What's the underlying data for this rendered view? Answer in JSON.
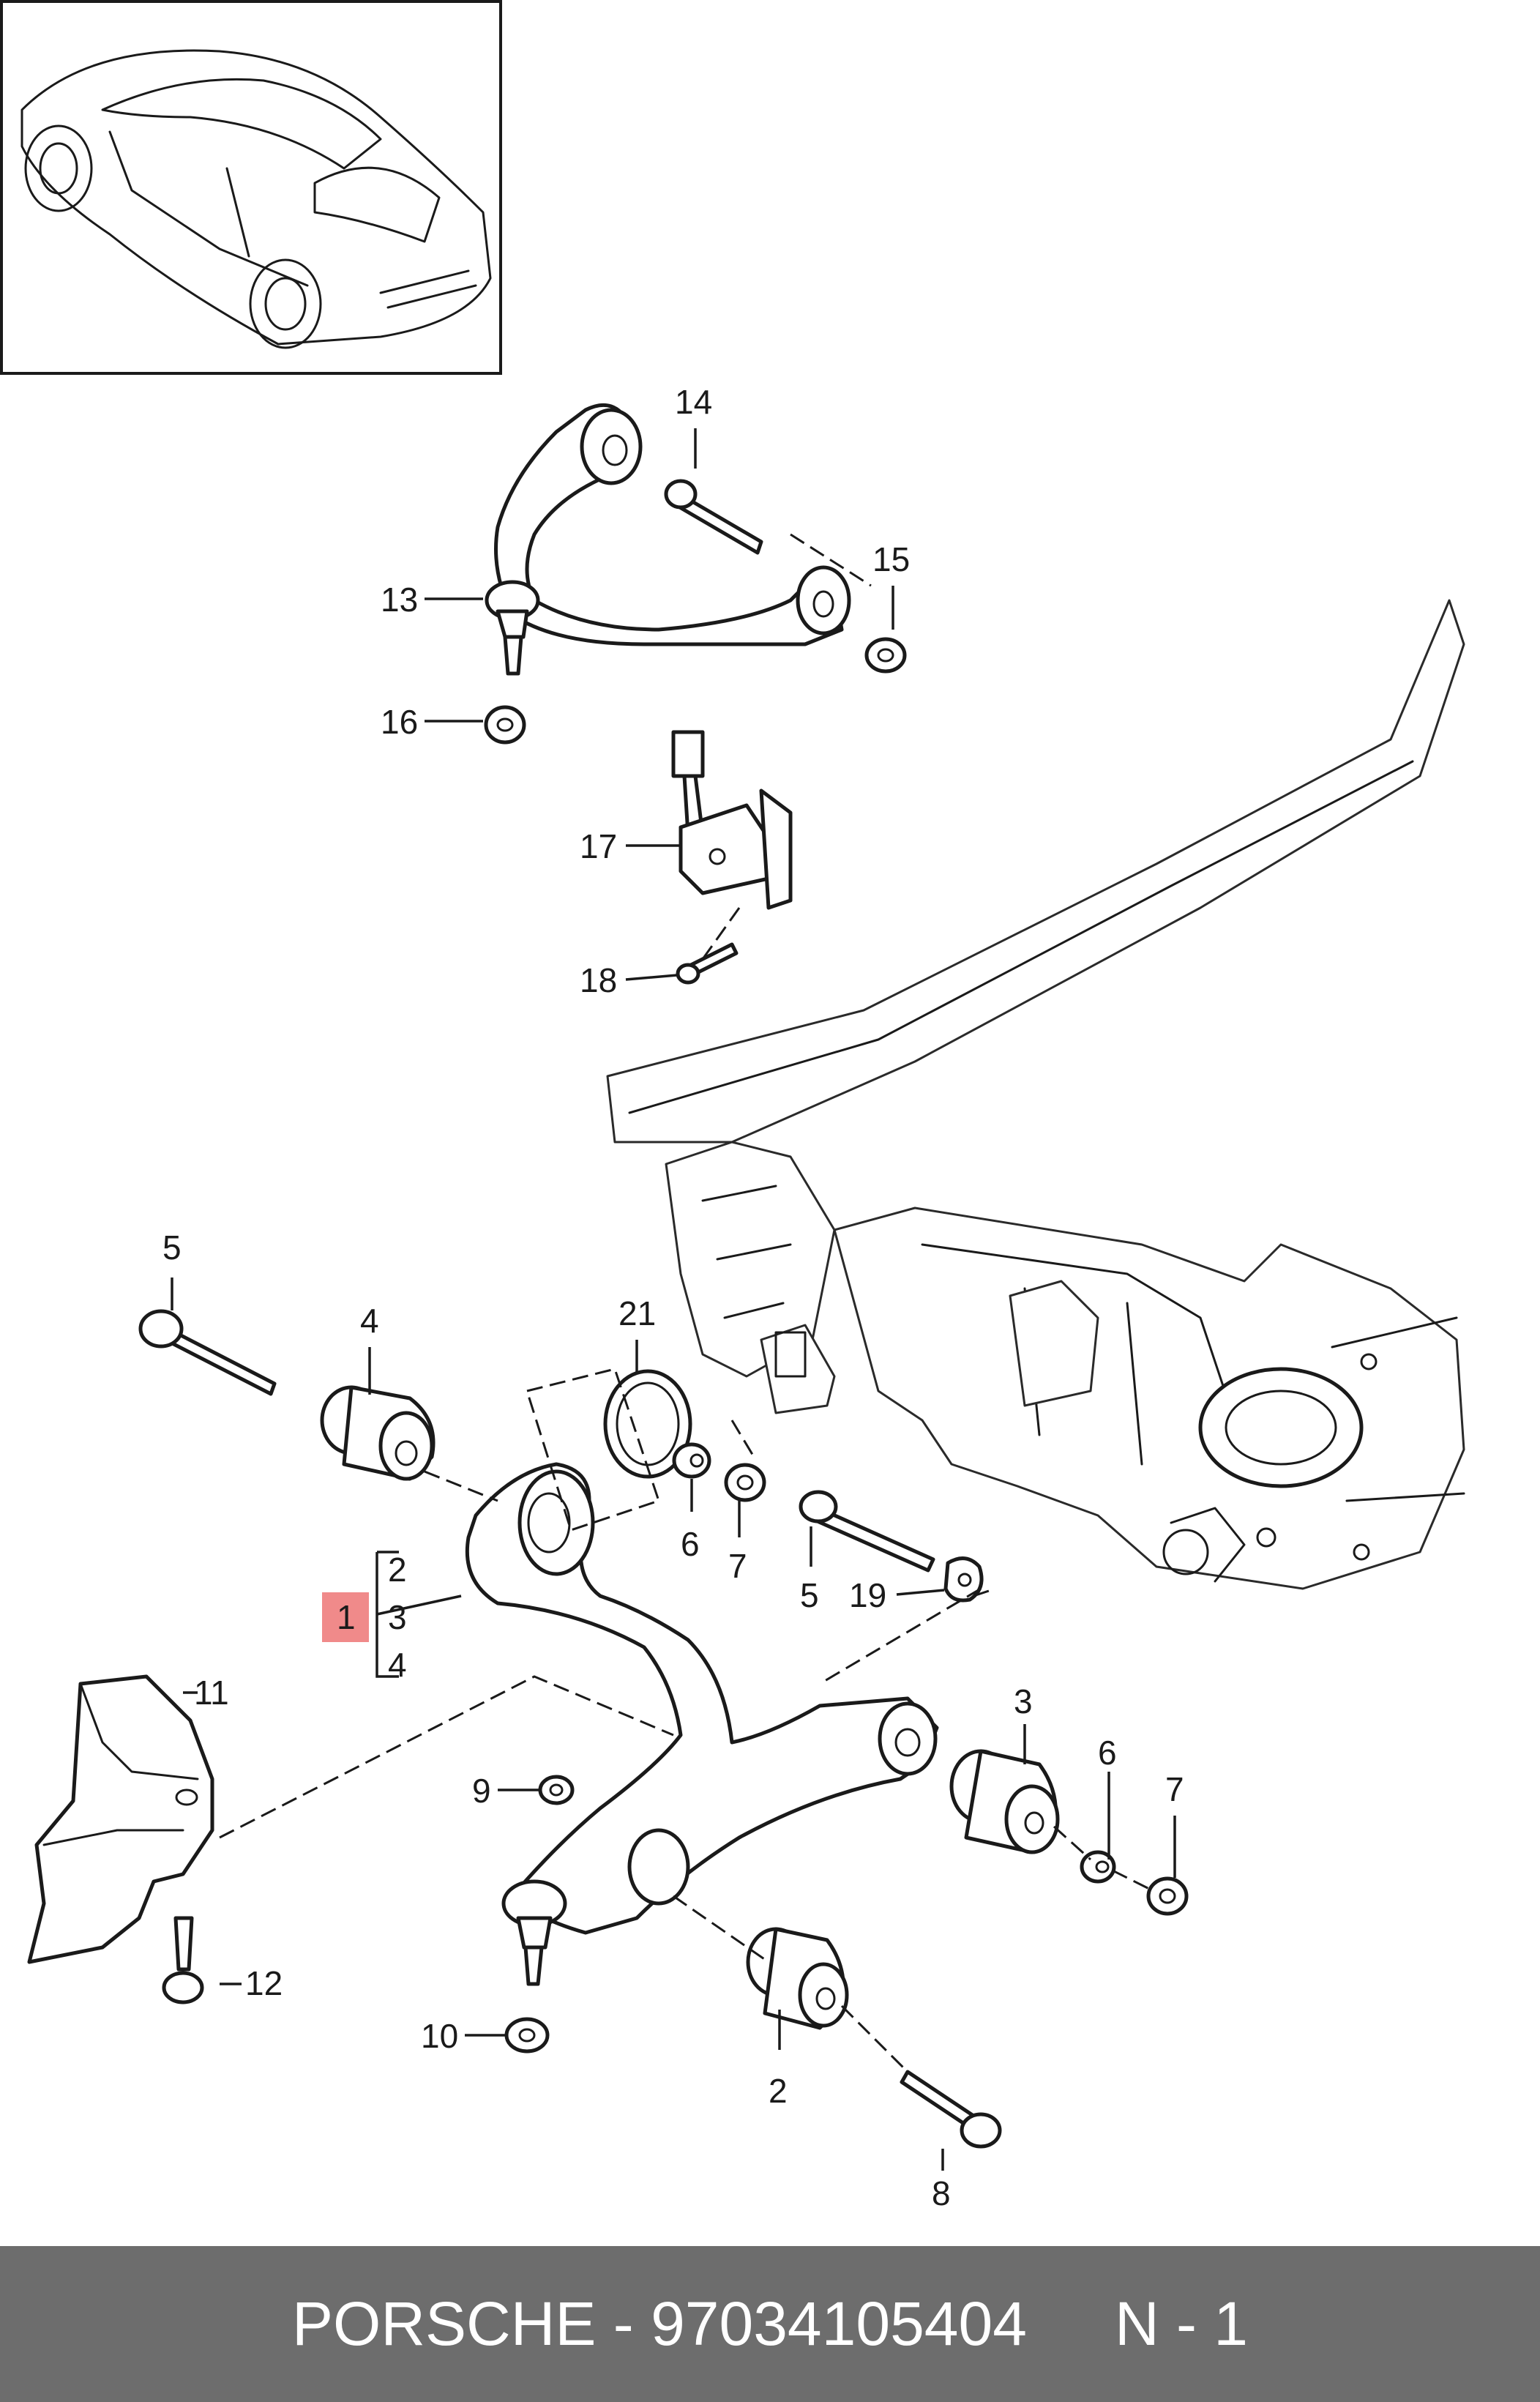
{
  "callouts": {
    "c1": "1",
    "c2": "2",
    "c2b": "2",
    "c3": "3",
    "c3b": "3",
    "c4": "4",
    "c4b": "4",
    "c5a": "5",
    "c5b": "5",
    "c6a": "6",
    "c6b": "6",
    "c7a": "7",
    "c7b": "7",
    "c8": "8",
    "c9": "9",
    "c10": "10",
    "c11": "11",
    "c12": "12",
    "c13": "13",
    "c14": "14",
    "c15": "15",
    "c16": "16",
    "c17": "17",
    "c18": "18",
    "c19": "19",
    "c21": "21"
  },
  "footer": {
    "brand": "PORSCHE",
    "dash": " - ",
    "part_number": "97034105404",
    "sheet": "N - 1"
  },
  "colors": {
    "highlight": "#f08a8a",
    "footer_bg": "#6d6d6d",
    "line": "#1a1a1a"
  }
}
